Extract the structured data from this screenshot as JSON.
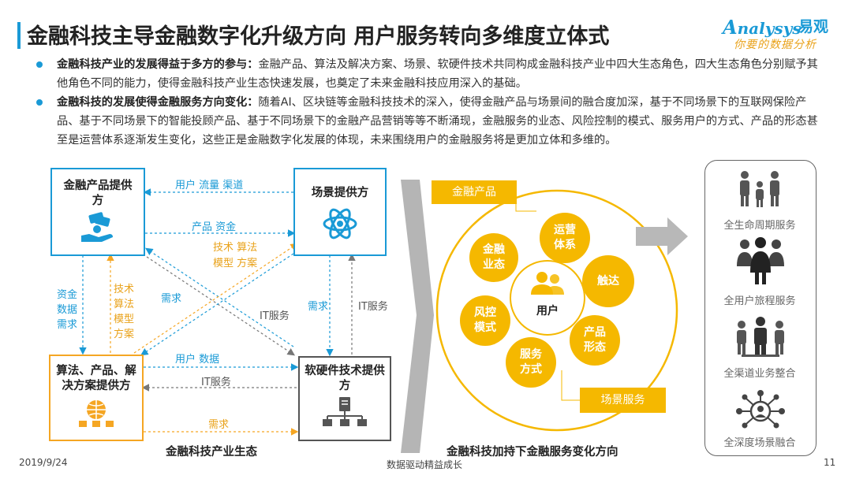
{
  "header": {
    "title": "金融科技主导金融数字化升级方向 用户服务转向多维度立体式",
    "logo_en": "nalysys",
    "logo_en_initial": "A",
    "logo_cn": "易观",
    "logo_slogan": "你要的数据分析"
  },
  "bullets": [
    {
      "lead": "金融科技产业的发展得益于多方的参与：",
      "text": "金融产品、算法及解决方案、场景、软硬件技术共同构成金融科技产业中四大生态角色，四大生态角色分别赋予其他角色不同的能力，使得金融科技产业生态快速发展，也奠定了未来金融科技应用深入的基础。"
    },
    {
      "lead": "金融科技的发展使得金融服务方向变化：",
      "text": "随着AI、区块链等金融科技技术的深入，使得金融产品与场景间的融合度加深，基于不同场景下的互联网保险产品、基于不同场景下的智能投顾产品、基于不同场景下的金融产品营销等等不断涌现，金融服务的业态、风险控制的模式、服务用户的方式、产品的形态甚至是运营体系逐渐发生变化，这些正是金融数字化发展的体现，未来围绕用户的金融服务将是更加立体和多维的。"
    }
  ],
  "ecosystem": {
    "caption": "金融科技产业生态",
    "boxes": {
      "financial_product": "金融产品提供方",
      "scenario": "场景提供方",
      "algorithm": "算法、产品、解决方案提供方",
      "hardware": "软硬件技术提供方"
    },
    "labels": {
      "users_traffic_channels": "用户  流量  渠道",
      "products_funds": "产品  资金",
      "tech_algo": "技术  算法",
      "model_solution": "模型  方案",
      "funds_data_demand": [
        "资金",
        "数据",
        "需求"
      ],
      "tech_algo_model_solution": [
        "技术",
        "算法",
        "模型",
        "方案"
      ],
      "demand_center": "需求",
      "it_service_center": "IT服务",
      "demand_right": "需求",
      "it_service_right": "IT服务",
      "users_data": "用户  数据",
      "it_service_bottom": "IT服务",
      "demand_bottom": "需求"
    }
  },
  "transformation": {
    "caption": "金融科技加持下金融服务变化方向",
    "tag_top": "金融产品",
    "tag_bottom": "场景服务",
    "center": "用户",
    "circles": [
      {
        "label": "金融业态",
        "color": "#f5b800"
      },
      {
        "label": "运营体系",
        "color": "#f5b800"
      },
      {
        "label": "触达",
        "color": "#f5b800"
      },
      {
        "label": "产品形态",
        "color": "#f5b800"
      },
      {
        "label": "服务方式",
        "color": "#f5b800"
      },
      {
        "label": "风控模式",
        "color": "#f5b800"
      }
    ]
  },
  "services": [
    {
      "label": "全生命周期服务",
      "icon": "family-icon"
    },
    {
      "label": "全用户旅程服务",
      "icon": "business-group-icon"
    },
    {
      "label": "全渠道业务整合",
      "icon": "team-icon"
    },
    {
      "label": "全深度场景融合",
      "icon": "network-icon"
    }
  ],
  "footer": {
    "date": "2019/9/24",
    "slogan": "数据驱动精益成长",
    "page": "11"
  },
  "colors": {
    "blue": "#1a9ad6",
    "orange": "#f5a623",
    "yellow": "#f5b800",
    "gray": "#555555"
  }
}
